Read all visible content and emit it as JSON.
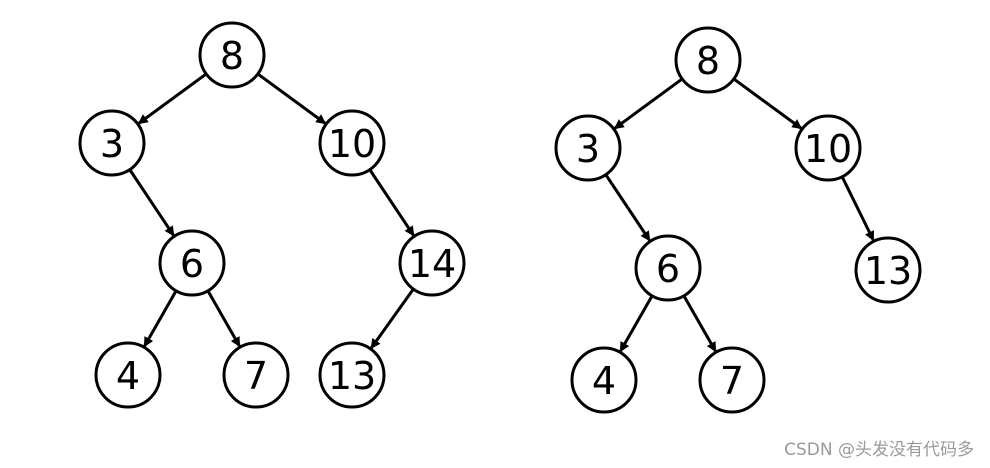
{
  "trees": [
    {
      "id": "tree-before",
      "nodes": [
        {
          "id": "n8",
          "label": "8"
        },
        {
          "id": "n3",
          "label": "3"
        },
        {
          "id": "n10",
          "label": "10"
        },
        {
          "id": "n6",
          "label": "6"
        },
        {
          "id": "n14",
          "label": "14"
        },
        {
          "id": "n4",
          "label": "4"
        },
        {
          "id": "n7",
          "label": "7"
        },
        {
          "id": "n13",
          "label": "13"
        }
      ],
      "edges": [
        {
          "from": "n8",
          "to": "n3"
        },
        {
          "from": "n8",
          "to": "n10"
        },
        {
          "from": "n3",
          "to": "n6"
        },
        {
          "from": "n10",
          "to": "n14"
        },
        {
          "from": "n6",
          "to": "n4"
        },
        {
          "from": "n6",
          "to": "n7"
        },
        {
          "from": "n14",
          "to": "n13"
        }
      ]
    },
    {
      "id": "tree-after",
      "nodes": [
        {
          "id": "n8",
          "label": "8"
        },
        {
          "id": "n3",
          "label": "3"
        },
        {
          "id": "n10",
          "label": "10"
        },
        {
          "id": "n6",
          "label": "6"
        },
        {
          "id": "n13",
          "label": "13"
        },
        {
          "id": "n4",
          "label": "4"
        },
        {
          "id": "n7",
          "label": "7"
        }
      ],
      "edges": [
        {
          "from": "n8",
          "to": "n3"
        },
        {
          "from": "n8",
          "to": "n10"
        },
        {
          "from": "n3",
          "to": "n6"
        },
        {
          "from": "n10",
          "to": "n13"
        },
        {
          "from": "n6",
          "to": "n4"
        },
        {
          "from": "n6",
          "to": "n7"
        }
      ]
    }
  ],
  "watermark": "CSDN @头发没有代码多"
}
